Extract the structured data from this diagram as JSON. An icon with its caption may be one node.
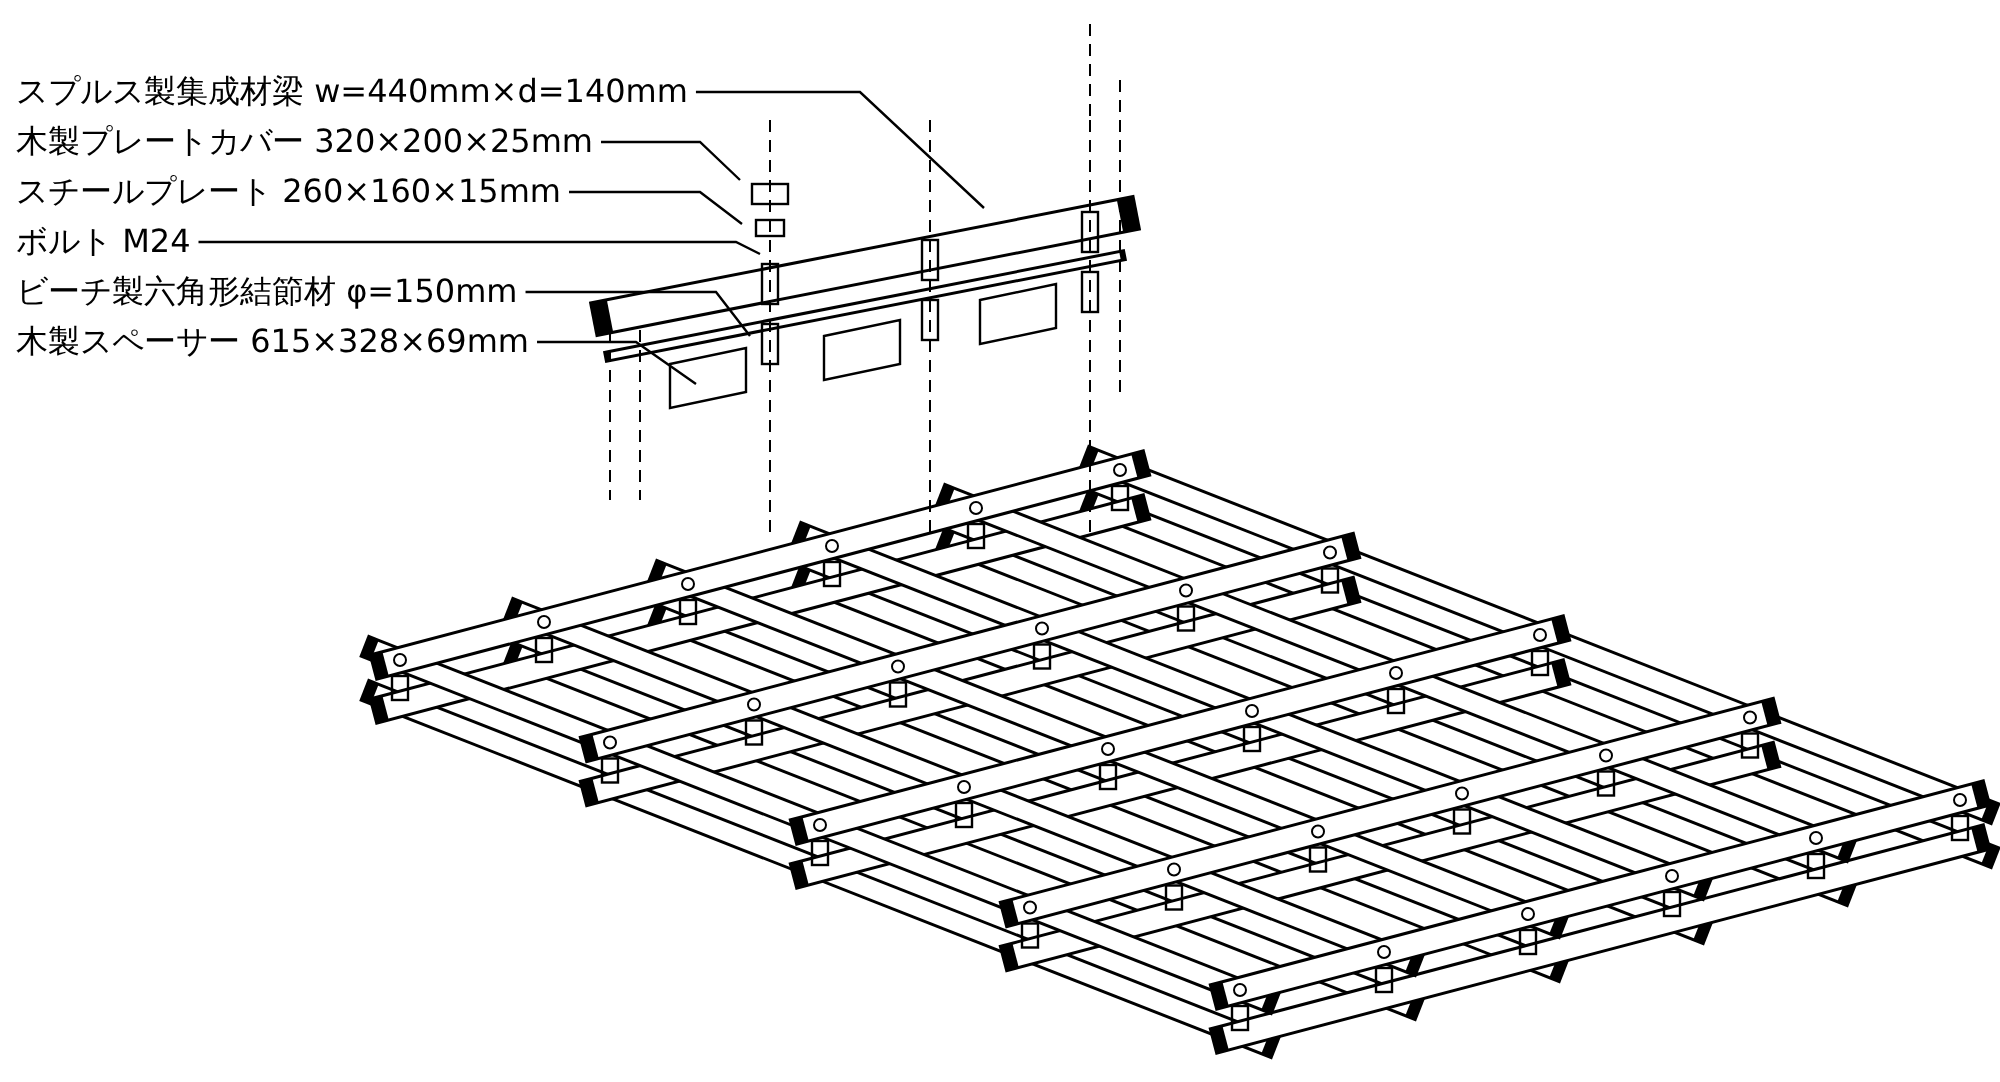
{
  "diagram": {
    "nodes": [
      {
        "text": [
          "スプルス製集成材梁 w=440mm×d=140mm"
        ]
      },
      {
        "text": [
          "木製プレートカバー 320×200×25mm"
        ]
      },
      {
        "text": [
          "スチールプレート 260×160×15mm"
        ]
      },
      {
        "text": [
          "ボルト M24"
        ]
      },
      {
        "text": [
          "ビーチ製六角形結節材 φ=150mm"
        ]
      },
      {
        "text": [
          "木製スペーサー 615×328×69mm"
        ]
      }
    ],
    "edges": [
      {
        "from": 0,
        "to": null,
        "arrow": "none"
      },
      {
        "from": 1,
        "to": null,
        "arrow": "none"
      },
      {
        "from": 2,
        "to": null,
        "arrow": "none"
      },
      {
        "from": 3,
        "to": null,
        "arrow": "none"
      },
      {
        "from": 4,
        "to": null,
        "arrow": "none"
      },
      {
        "from": 5,
        "to": null,
        "arrow": "none"
      }
    ]
  }
}
